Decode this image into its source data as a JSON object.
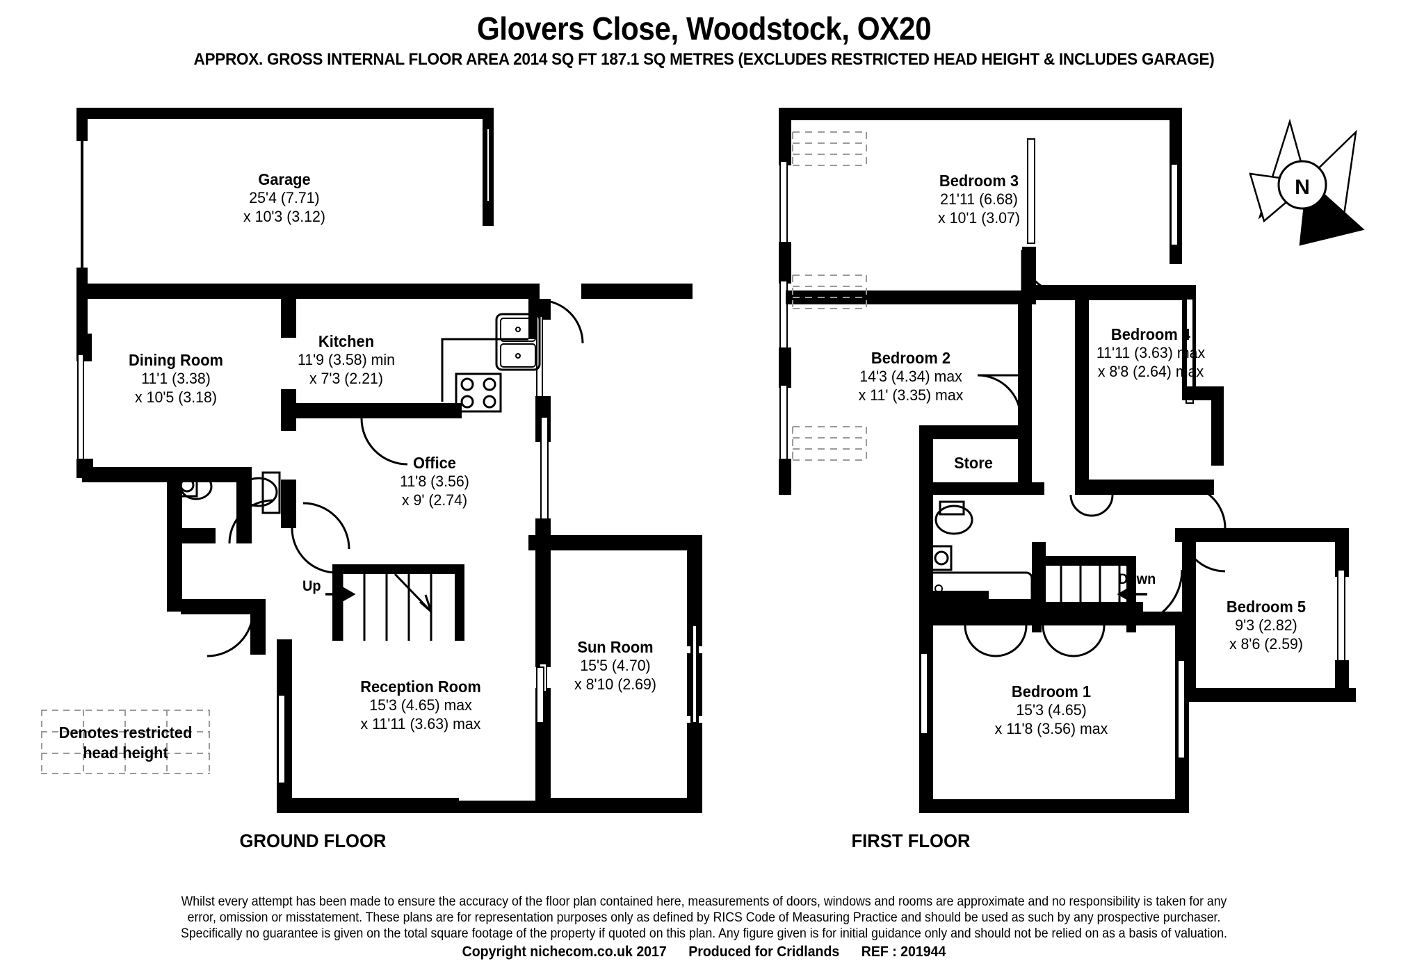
{
  "header": {
    "title": "Glovers Close, Woodstock, OX20",
    "subtitle": "APPROX. GROSS INTERNAL FLOOR AREA 2014 SQ FT 187.1 SQ METRES (EXCLUDES RESTRICTED HEAD HEIGHT & INCLUDES GARAGE)"
  },
  "legend": {
    "line1": "Denotes restricted",
    "line2": "head height"
  },
  "compass": {
    "label": "N"
  },
  "floors": [
    {
      "key": "ground",
      "label": "GROUND FLOOR"
    },
    {
      "key": "first",
      "label": "FIRST FLOOR"
    }
  ],
  "ground_rooms": [
    {
      "name": "Garage",
      "dim1": "25'4 (7.71)",
      "dim2": "x 10'3 (3.12)"
    },
    {
      "name": "Dining Room",
      "dim1": "11'1 (3.38)",
      "dim2": "x 10'5 (3.18)"
    },
    {
      "name": "Kitchen",
      "dim1": "11'9 (3.58) min",
      "dim2": "x 7'3 (2.21)"
    },
    {
      "name": "Office",
      "dim1": "11'8 (3.56)",
      "dim2": "x 9' (2.74)"
    },
    {
      "name": "Sun Room",
      "dim1": "15'5 (4.70)",
      "dim2": "x 8'10 (2.69)"
    },
    {
      "name": "Reception Room",
      "dim1": "15'3 (4.65) max",
      "dim2": "x 11'11 (3.63) max"
    }
  ],
  "first_rooms": [
    {
      "name": "Bedroom 3",
      "dim1": "21'11 (6.68)",
      "dim2": "x 10'1 (3.07)"
    },
    {
      "name": "Bedroom 2",
      "dim1": "14'3 (4.34) max",
      "dim2": "x 11' (3.35) max"
    },
    {
      "name": "Bedroom 4",
      "dim1": "11'11 (3.63) max",
      "dim2": "x 8'8 (2.64) max"
    },
    {
      "name": "Store",
      "dim1": "",
      "dim2": ""
    },
    {
      "name": "Bedroom 5",
      "dim1": "9'3 (2.82)",
      "dim2": "x 8'6 (2.59)"
    },
    {
      "name": "Bedroom 1",
      "dim1": "15'3 (4.65)",
      "dim2": "x 11'8 (3.56) max"
    }
  ],
  "stair_markers": [
    {
      "key": "up",
      "label": "Up"
    },
    {
      "key": "down",
      "label": "Down"
    }
  ],
  "footer": {
    "line1": "Whilst every attempt has been made to ensure the accuracy of the floor plan contained here, measurements of doors, windows and rooms are approximate and no responsibility is taken for any",
    "line2": "error, omission or misstatement. These plans are for representation purposes only as defined by RICS Code of Measuring Practice and should be used as such by any prospective purchaser.",
    "line3": "Specifically no guarantee is given on the total square footage of the property if quoted on this plan. Any figure given is for initial guidance only and should not be relied on as a basis of valuation.",
    "copyright": "Copyright nichecom.co.uk 2017",
    "produced": "Produced for Cridlands",
    "ref": "REF : 201944"
  },
  "colors": {
    "wall": "#000000",
    "paper": "#ffffff",
    "hatch": "#8e8e8e"
  }
}
